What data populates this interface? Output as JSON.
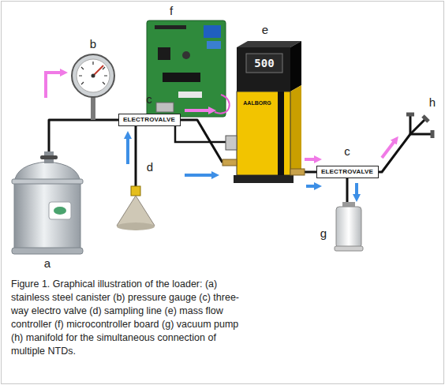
{
  "diagram": {
    "caption": "Figure 1. Graphical illustration of the loader: (a) stainless steel canister (b) pressure gauge (c) three-way electro valve (d) sampling line (e) mass flow controller (f) microcontroller board (g) vacuum pump (h) manifold for the simultaneous connection of multiple NTDs.",
    "nodes": [
      {
        "text": [
          "ELECTROVALVE"
        ]
      },
      {
        "text": [
          "ELECTROVALVE"
        ]
      }
    ],
    "labels": [
      "f",
      "b",
      "e",
      "500",
      "AALBORG",
      "c",
      "d",
      "a",
      "c",
      "h",
      "g"
    ]
  }
}
